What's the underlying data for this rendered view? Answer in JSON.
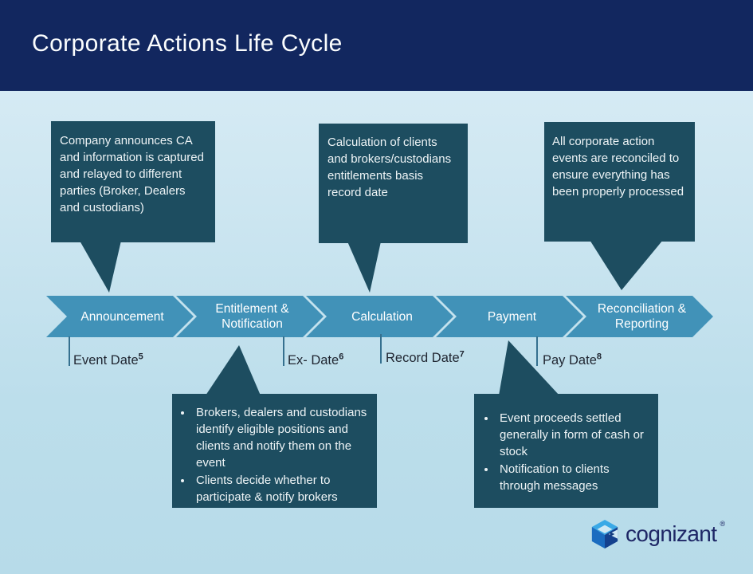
{
  "slide": {
    "title": "Corporate Actions Life Cycle"
  },
  "colors": {
    "header_navy": "#12275f",
    "callout_teal": "#1d4d60",
    "arrow_blue": "#4192b8",
    "background_top": "#dceef6",
    "background_bottom": "#b7dbe9",
    "date_text": "#1f2530",
    "logo_navy": "#1e2766"
  },
  "callouts": {
    "announcement": {
      "text": "Company announces CA and information is captured and relayed to different parties (Broker, Dealers and custodians)"
    },
    "calculation": {
      "text": "Calculation of clients and brokers/custodians entitlements basis record date"
    },
    "reconciliation": {
      "text": "All corporate action events are reconciled to ensure everything has been properly processed"
    },
    "entitlement": {
      "bullets": [
        "Brokers, dealers and custodians identify eligible positions and clients and notify them on the event",
        "Clients decide whether to participate & notify brokers"
      ]
    },
    "payment": {
      "bullets": [
        "Event proceeds settled generally in form of cash or stock",
        "Notification to clients through messages"
      ]
    }
  },
  "stages": [
    {
      "label": "Announcement"
    },
    {
      "label": "Entitlement & Notification"
    },
    {
      "label": "Calculation"
    },
    {
      "label": "Payment"
    },
    {
      "label": "Reconciliation & Reporting"
    }
  ],
  "dates": [
    {
      "label": "Event Date",
      "superscript": "5"
    },
    {
      "label": "Ex- Date",
      "superscript": "6"
    },
    {
      "label": "Record Date",
      "superscript": "7"
    },
    {
      "label": "Pay Date",
      "superscript": "8"
    }
  ],
  "logo": {
    "text": "cognizant",
    "trademark": "®",
    "mark_icon": "cognizant-hexagon"
  }
}
